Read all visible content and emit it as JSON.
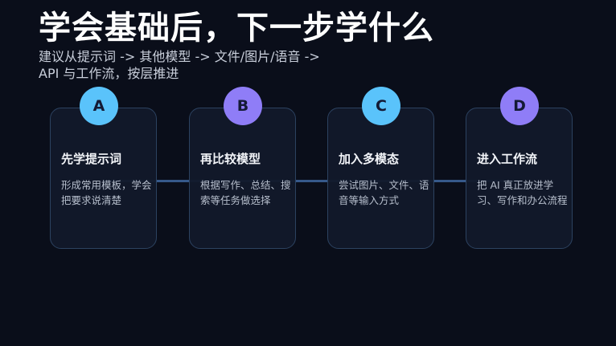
{
  "title": "学会基础后，下一步学什么",
  "subtitle": "建议从提示词 -> 其他模型 -> 文件/图片/语音 -> API 与工作流，按层推进",
  "steps": [
    {
      "badge": "A",
      "color": "#5ac3fb",
      "title": "先学提示词",
      "desc": "形成常用模板，学会把要求说清楚"
    },
    {
      "badge": "B",
      "color": "#8f7df7",
      "title": "再比较模型",
      "desc": "根据写作、总结、搜索等任务做选择"
    },
    {
      "badge": "C",
      "color": "#5ac3fb",
      "title": "加入多模态",
      "desc": "尝试图片、文件、语音等输入方式"
    },
    {
      "badge": "D",
      "color": "#8f7df7",
      "title": "进入工作流",
      "desc": "把 AI 真正放进学习、写作和办公流程"
    }
  ]
}
